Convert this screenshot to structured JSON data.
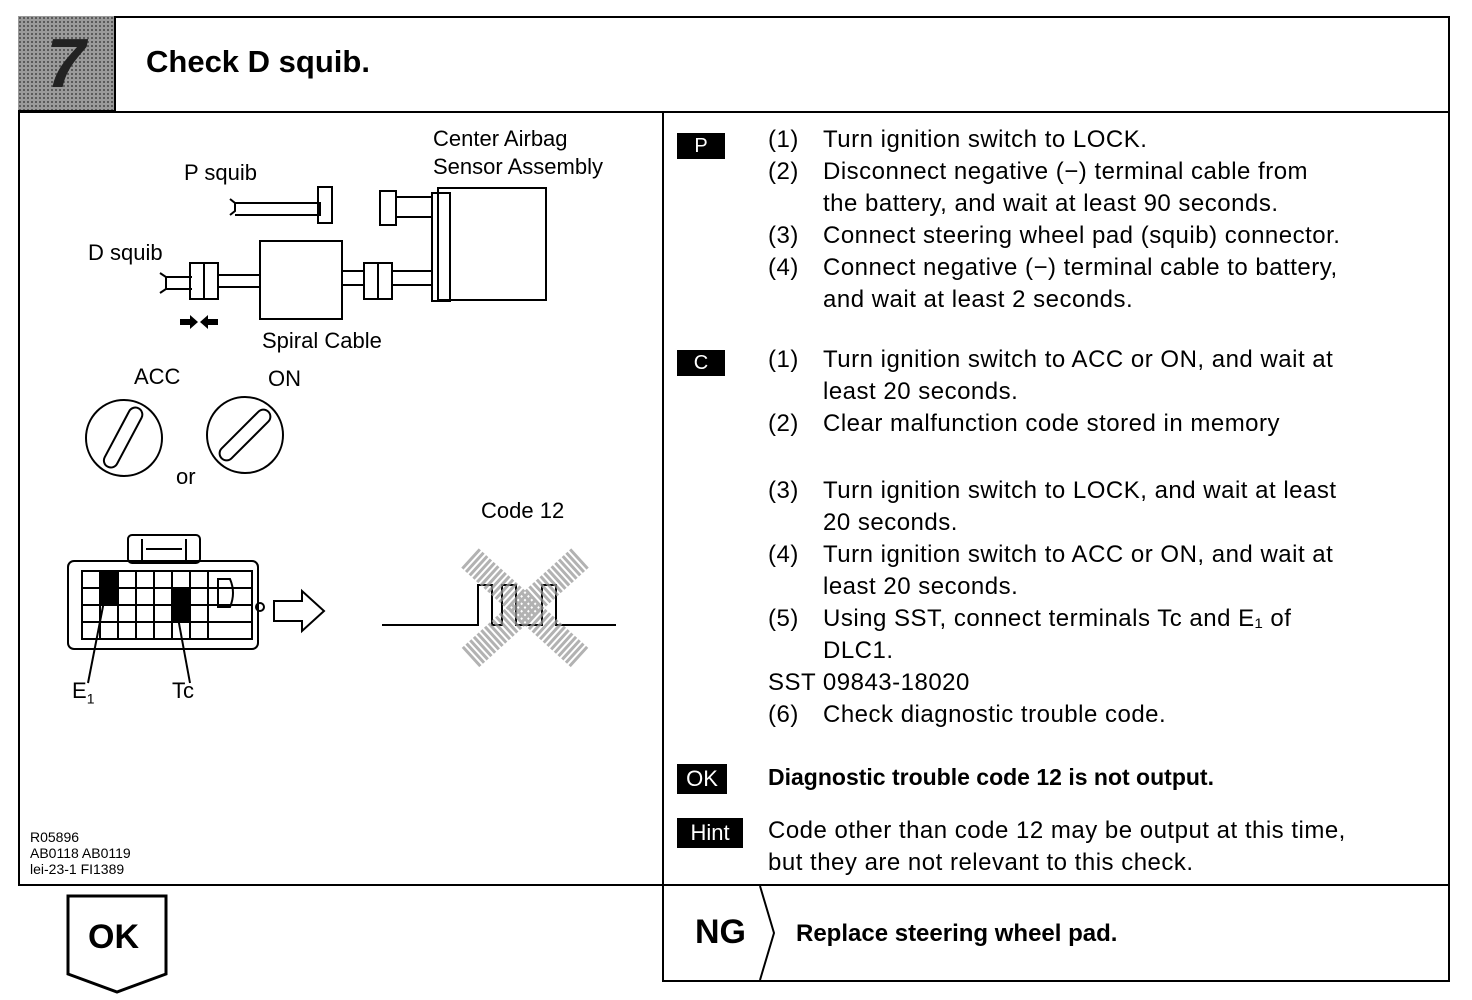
{
  "header": {
    "step_number": "7",
    "title": "Check D squib."
  },
  "figure": {
    "center_airbag_line1": "Center Airbag",
    "center_airbag_line2": "Sensor Assembly",
    "p_squib": "P squib",
    "d_squib": "D squib",
    "spiral_cable": "Spiral Cable",
    "acc": "ACC",
    "on": "ON",
    "or": "or",
    "code12": "Code 12",
    "e1": "E",
    "e1_sub": "1",
    "tc": "Tc",
    "ref_line1": "R05896",
    "ref_line2": "AB0118  AB0119",
    "ref_line3": "lei-23-1  FI1389"
  },
  "prepare": {
    "tag": "P",
    "steps": [
      {
        "num": "(1)",
        "text": "Turn ignition switch to LOCK."
      },
      {
        "num": "(2)",
        "text": "Disconnect negative (−) terminal cable from",
        "cont": "the battery, and wait at least 90 seconds."
      },
      {
        "num": "(3)",
        "text": "Connect steering wheel pad (squib) connector."
      },
      {
        "num": "(4)",
        "text": "Connect negative (−) terminal cable to battery,",
        "cont": "and wait at least 2 seconds."
      }
    ]
  },
  "check": {
    "tag": "C",
    "steps": [
      {
        "num": "(1)",
        "text": "Turn ignition switch to ACC or ON, and wait at",
        "cont": "least 20 seconds."
      },
      {
        "num": "(2)",
        "text": "Clear malfunction code stored in memory"
      },
      {
        "num": "(3)",
        "text": "Turn ignition switch to LOCK, and wait at least",
        "cont": "20 seconds."
      },
      {
        "num": "(4)",
        "text": "Turn ignition switch to ACC or ON, and wait at",
        "cont": "least 20 seconds."
      },
      {
        "num": "(5)",
        "text": "Using SST, connect terminals Tc and E₁ of",
        "cont": "DLC1."
      },
      {
        "num": "",
        "text": "SST 09843-18020"
      },
      {
        "num": "(6)",
        "text": "Check diagnostic trouble code."
      }
    ]
  },
  "ok_result": {
    "tag": "OK",
    "text": "Diagnostic trouble code 12 is not output."
  },
  "hint": {
    "tag": "Hint",
    "line1": "Code other than code 12 may be output at this time,",
    "line2": "but they are not relevant to this check."
  },
  "bottom": {
    "ok_label": "OK",
    "ng_label": "NG",
    "ng_action": "Replace steering wheel pad."
  }
}
